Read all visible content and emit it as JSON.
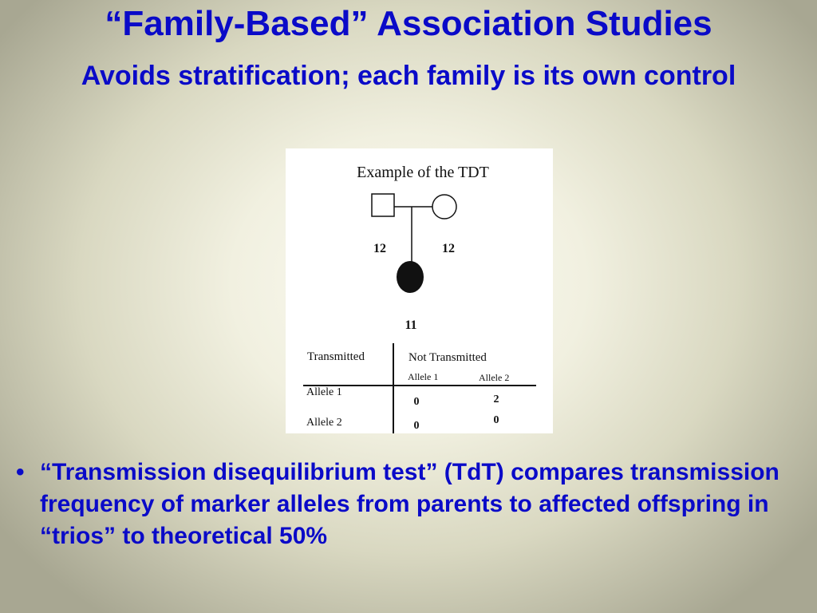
{
  "slide": {
    "title": "“Family-Based” Association Studies",
    "subtitle": "Avoids stratification; each family is its own control"
  },
  "figure": {
    "title": "Example of the TDT",
    "father_genotype": "12",
    "mother_genotype": "12",
    "child_genotype": "11",
    "table": {
      "transmitted_header": "Transmitted",
      "not_transmitted_header": "Not Transmitted",
      "columns": [
        "Allele 1",
        "Allele 2"
      ],
      "rows": [
        {
          "label": "Allele 1",
          "values": [
            "0",
            "2"
          ]
        },
        {
          "label": "Allele 2",
          "values": [
            "0",
            "0"
          ]
        }
      ]
    }
  },
  "bullets": [
    {
      "mark": "•",
      "text": "“Transmission disequilibrium test” (TdT) compares transmission frequency of marker alleles from parents to affected offspring in “trios” to theoretical 50%"
    }
  ]
}
